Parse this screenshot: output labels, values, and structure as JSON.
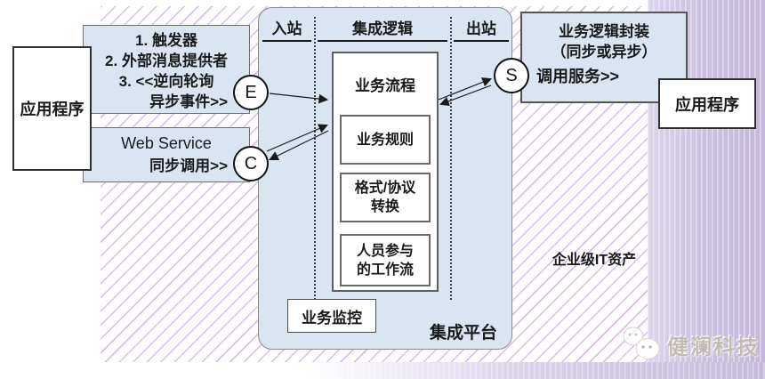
{
  "colors": {
    "box_blue": "#dbe5f1",
    "hatch_purple": "#b27cd8",
    "band_purple": "#c9bddf",
    "ink": "#1a1a1a"
  },
  "left": {
    "app_label": "应用程序",
    "trigger_lines": [
      "1. 触发器",
      "2. 外部消息提供者",
      "3. <<逆向轮询",
      "异步事件>>"
    ],
    "webservice": {
      "line1": "Web Service",
      "line2": "同步调用>>"
    }
  },
  "platform": {
    "header": {
      "inbound": "入站",
      "logic": "集成逻辑",
      "outbound": "出站"
    },
    "process": {
      "title": "业务流程",
      "items": [
        {
          "line1": "业务规则",
          "line2": ""
        },
        {
          "line1": "格式/协议",
          "line2": "转换"
        },
        {
          "line1": "人员参与",
          "line2": "的工作流"
        }
      ]
    },
    "monitor": "业务监控",
    "label": "集成平台"
  },
  "connectors": {
    "event": "E",
    "call": "C",
    "service": "S"
  },
  "right": {
    "encapsulation": {
      "line1": "业务逻辑封装",
      "line2": "（同步或异步）",
      "line3": "调用服务>>"
    },
    "app_label": "应用程序",
    "assets_label": "企业级IT资产"
  },
  "watermark": {
    "text": "健澜科技"
  }
}
